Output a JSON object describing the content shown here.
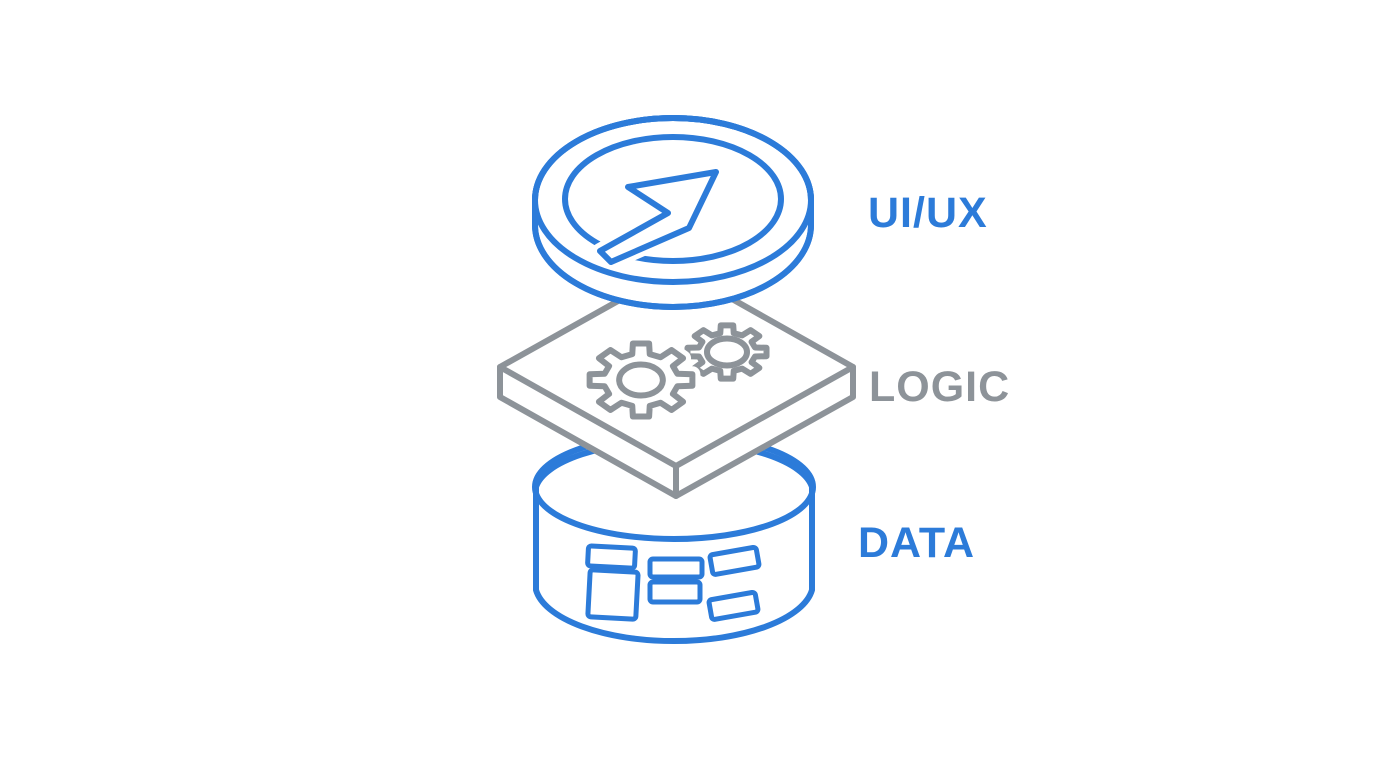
{
  "background": "#ffffff",
  "palette": {
    "accent_blue": "#2C7BD9",
    "neutral_gray": "#8D9399"
  },
  "diagram": {
    "title": "",
    "type": "isometric-stack",
    "layers": [
      {
        "id": "ui-ux",
        "label": "UI/UX",
        "icon": "trend-arrow-disc-icon",
        "color": "#2C7BD9",
        "shape": "disc"
      },
      {
        "id": "logic",
        "label": "LOGIC",
        "icon": "gears-plate-icon",
        "color": "#8D9399",
        "shape": "plate"
      },
      {
        "id": "data",
        "label": "DATA",
        "icon": "database-cylinder-icon",
        "color": "#2C7BD9",
        "shape": "cylinder"
      }
    ]
  }
}
